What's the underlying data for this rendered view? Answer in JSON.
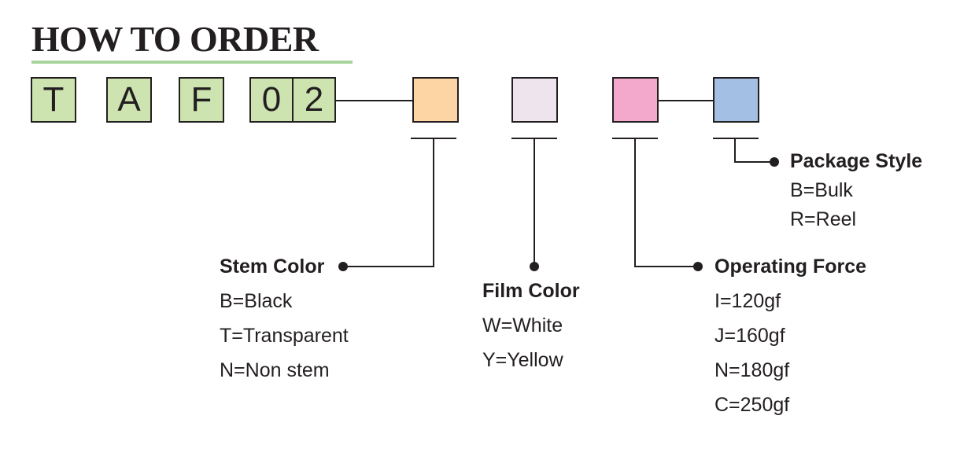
{
  "title": "HOW TO ORDER",
  "code_letters": [
    "T",
    "A",
    "F",
    "0",
    "2"
  ],
  "slots": [
    {
      "name": "stem",
      "color": "#fdd5a4"
    },
    {
      "name": "film",
      "color": "#eee4ee"
    },
    {
      "name": "force",
      "color": "#f2a9cc"
    },
    {
      "name": "package",
      "color": "#a3bfe4"
    }
  ],
  "colors": {
    "title_underline": "#a6d49c",
    "code_box_fill": "#cde4b0",
    "ink": "#231f20"
  },
  "stem_color": {
    "heading": "Stem Color",
    "options": [
      "B=Black",
      "T=Transparent",
      "N=Non stem"
    ]
  },
  "film_color": {
    "heading": "Film Color",
    "options": [
      "W=White",
      "Y=Yellow"
    ]
  },
  "operating_force": {
    "heading": "Operating Force",
    "options": [
      "I=120gf",
      "J=160gf",
      "N=180gf",
      "C=250gf"
    ]
  },
  "package_style": {
    "heading": "Package Style",
    "options": [
      "B=Bulk",
      "R=Reel"
    ]
  }
}
